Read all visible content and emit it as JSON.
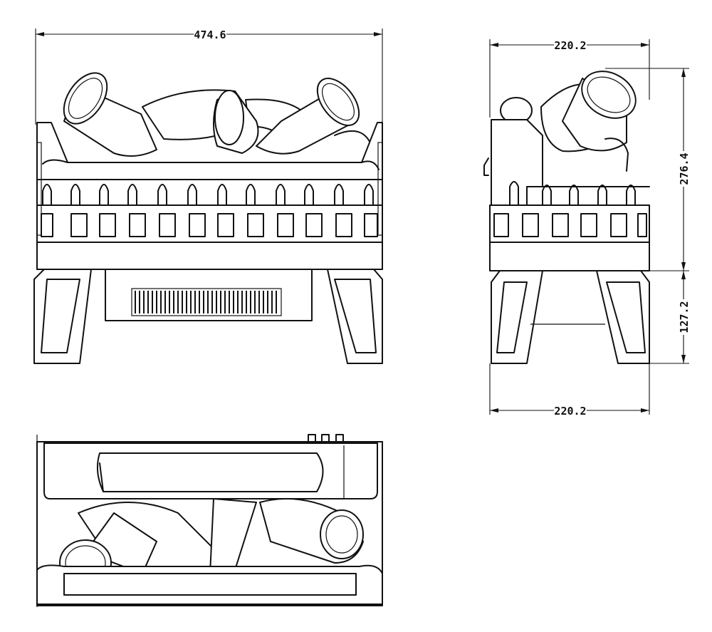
{
  "drawing": {
    "views": [
      "front-view",
      "side-view",
      "top-view"
    ],
    "dimensions": {
      "front_width": "474.6",
      "side_top_width": "220.2",
      "side_upper_height": "276.4",
      "side_leg_height": "127.2",
      "side_bottom_width": "220.2"
    },
    "colors": {
      "line": "#111111",
      "background": "#ffffff"
    }
  }
}
